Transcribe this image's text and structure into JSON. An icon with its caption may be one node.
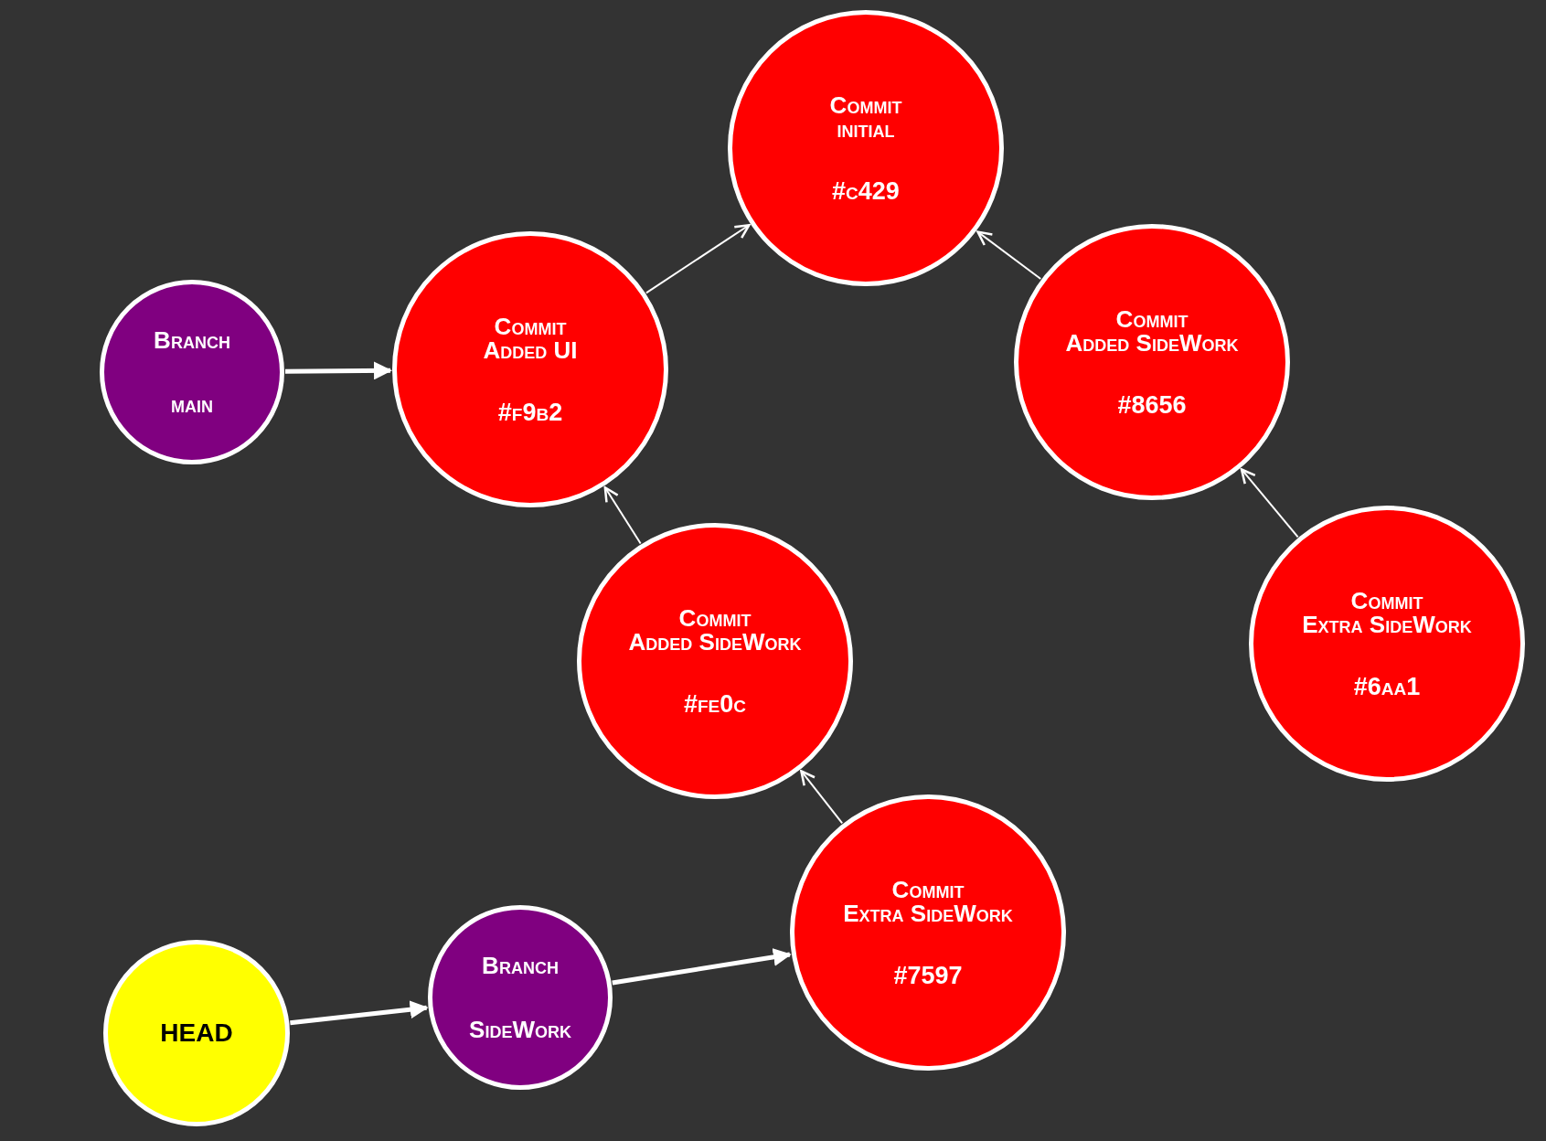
{
  "diagram": {
    "nodes": [
      {
        "text": [
          "Commit",
          "initial",
          "#c429"
        ]
      },
      {
        "text": [
          "Branch",
          "main"
        ]
      },
      {
        "text": [
          "Commit",
          "Added UI",
          "#f9b2"
        ]
      },
      {
        "text": [
          "Commit",
          "Added SideWork",
          "#8656"
        ]
      },
      {
        "text": [
          "Commit",
          "Added SideWork",
          "#fe0c"
        ]
      },
      {
        "text": [
          "Commit",
          "Extra SideWork",
          "#6aa1"
        ]
      },
      {
        "text": [
          "Commit",
          "Extra SideWork",
          "#7597"
        ]
      },
      {
        "text": [
          "Branch",
          "SideWork"
        ]
      },
      {
        "text": [
          "HEAD"
        ]
      }
    ],
    "edges": [
      {
        "from": 1,
        "to": 2,
        "arrow": "to",
        "style": "thick"
      },
      {
        "from": 2,
        "to": 0,
        "arrow": "to"
      },
      {
        "from": 3,
        "to": 0,
        "arrow": "to"
      },
      {
        "from": 4,
        "to": 2,
        "arrow": "to"
      },
      {
        "from": 5,
        "to": 3,
        "arrow": "to"
      },
      {
        "from": 6,
        "to": 4,
        "arrow": "to"
      },
      {
        "from": 8,
        "to": 7,
        "arrow": "to",
        "style": "thick"
      },
      {
        "from": 7,
        "to": 6,
        "arrow": "to",
        "style": "thick"
      }
    ]
  }
}
